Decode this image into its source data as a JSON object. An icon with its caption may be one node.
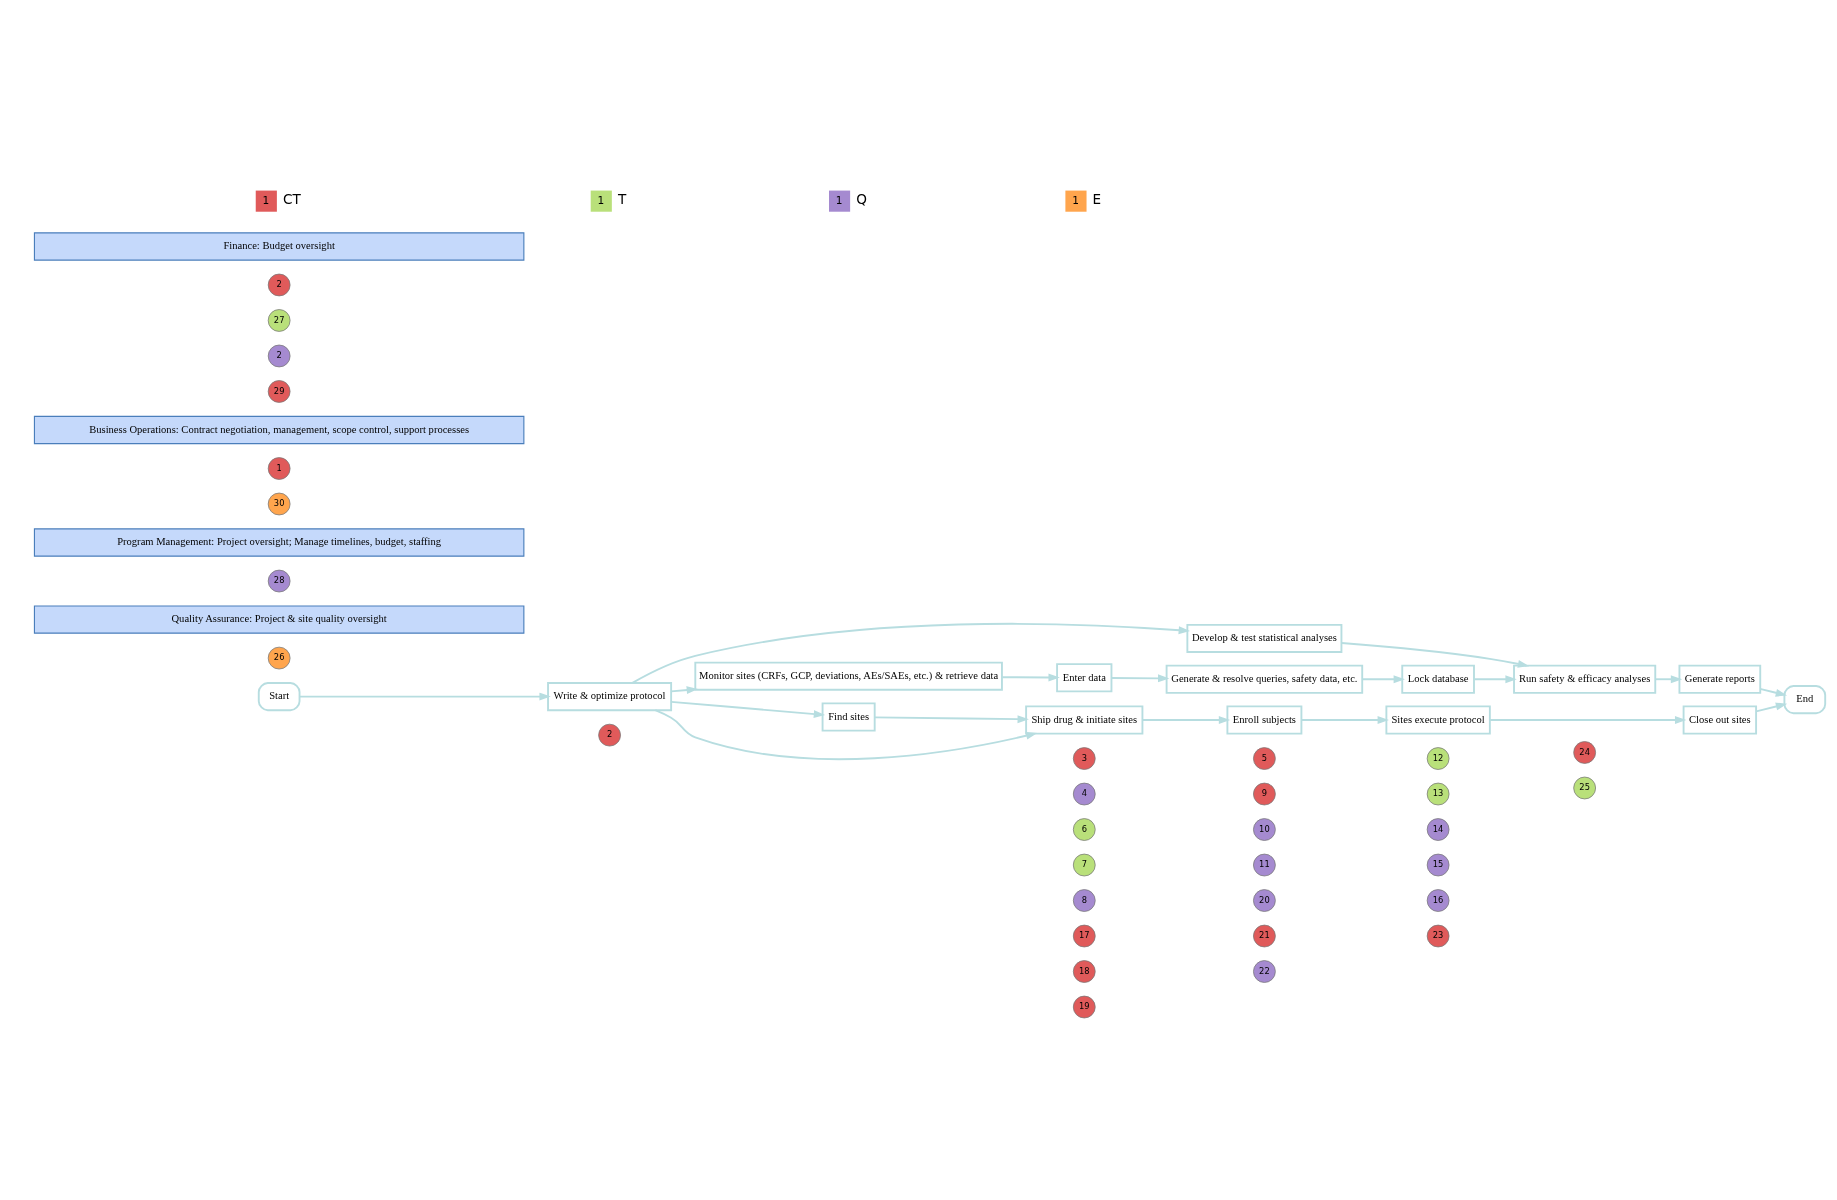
{
  "diagram": {
    "nodes": [
      {
        "text": [
          "Start"
        ]
      },
      {
        "text": [
          "Write & optimize protocol"
        ]
      },
      {
        "text": [
          "Develop & test statistical analyses"
        ]
      },
      {
        "text": [
          "Run safety & efficacy analyses"
        ]
      },
      {
        "text": [
          "Generate reports"
        ]
      },
      {
        "text": [
          "Lock database"
        ]
      },
      {
        "text": [
          "Monitor sites (CRFs, GCP, deviations, AEs/SAEs, etc.) & retrieve data"
        ]
      },
      {
        "text": [
          "Enter data"
        ]
      },
      {
        "text": [
          "Generate & resolve queries, safety data, etc."
        ]
      },
      {
        "text": [
          "Find sites"
        ]
      },
      {
        "text": [
          "Ship drug & initiate sites"
        ]
      },
      {
        "text": [
          "Enroll subjects"
        ]
      },
      {
        "text": [
          "Sites execute protocol"
        ]
      },
      {
        "text": [
          "Close out sites"
        ]
      },
      {
        "text": [
          "End"
        ]
      },
      {
        "text": [
          "Quality Assurance: Project & site quality oversight"
        ]
      },
      {
        "text": [
          "Program Management: Project oversight; Manage timelines, budget, staffing"
        ]
      },
      {
        "text": [
          "Business Operations: Contract negotiation, management, scope control, support processes"
        ]
      },
      {
        "text": [
          "Finance: Budget oversight"
        ]
      },
      {
        "text": [
          "26"
        ]
      },
      {
        "text": [
          "28"
        ]
      },
      {
        "text": [
          "24"
        ]
      },
      {
        "text": [
          "25"
        ]
      },
      {
        "text": [
          "23"
        ]
      },
      {
        "text": [
          "2"
        ]
      },
      {
        "text": [
          "17"
        ]
      },
      {
        "text": [
          "18"
        ]
      },
      {
        "text": [
          "20"
        ]
      },
      {
        "text": [
          "21"
        ]
      },
      {
        "text": [
          "19"
        ]
      },
      {
        "text": [
          "22"
        ]
      },
      {
        "text": [
          "3"
        ]
      },
      {
        "text": [
          "4"
        ]
      },
      {
        "text": [
          "5"
        ]
      },
      {
        "text": [
          "9"
        ]
      },
      {
        "text": [
          "12"
        ]
      },
      {
        "text": [
          "13"
        ]
      },
      {
        "text": [
          "6"
        ]
      },
      {
        "text": [
          "7"
        ]
      },
      {
        "text": [
          "8"
        ]
      },
      {
        "text": [
          "10"
        ]
      },
      {
        "text": [
          "11"
        ]
      },
      {
        "text": [
          "14"
        ]
      },
      {
        "text": [
          "15"
        ]
      },
      {
        "text": [
          "16"
        ]
      },
      {
        "text": [
          "1"
        ]
      },
      {
        "text": [
          "2"
        ]
      },
      {
        "text": [
          "27"
        ]
      },
      {
        "text": [
          "2"
        ]
      },
      {
        "text": [
          "29"
        ]
      },
      {
        "text": [
          "30"
        ]
      }
    ],
    "edges": [
      {
        "from": 0,
        "to": 1,
        "arrow": "to"
      },
      {
        "from": 1,
        "to": 2,
        "arrow": "to"
      },
      {
        "from": 2,
        "to": 3,
        "arrow": "to"
      },
      {
        "from": 3,
        "to": 4,
        "arrow": "to"
      },
      {
        "from": 1,
        "to": 6,
        "arrow": "to"
      },
      {
        "from": 1,
        "to": 10,
        "arrow": "to"
      },
      {
        "from": 1,
        "to": 9,
        "arrow": "to"
      },
      {
        "from": 6,
        "to": 7,
        "arrow": "to"
      },
      {
        "from": 7,
        "to": 8,
        "arrow": "to"
      },
      {
        "from": 8,
        "to": 5,
        "arrow": "to"
      },
      {
        "from": 5,
        "to": 3,
        "arrow": "to"
      },
      {
        "from": 9,
        "to": 10,
        "arrow": "to"
      },
      {
        "from": 10,
        "to": 11,
        "arrow": "to"
      },
      {
        "from": 11,
        "to": 12,
        "arrow": "to"
      },
      {
        "from": 12,
        "to": 13,
        "arrow": "to"
      },
      {
        "from": 13,
        "to": 14,
        "arrow": "to"
      },
      {
        "from": 4,
        "to": 14,
        "arrow": "to"
      }
    ],
    "labels": [
      "1",
      "1",
      "1",
      "1"
    ],
    "legend": [
      {
        "text": "CT",
        "color": "#e05a5a"
      },
      {
        "text": "T",
        "color": "#b9e07a"
      },
      {
        "text": "Q",
        "color": "#a58ad0"
      },
      {
        "text": "E",
        "color": "#ffa54d"
      }
    ]
  }
}
